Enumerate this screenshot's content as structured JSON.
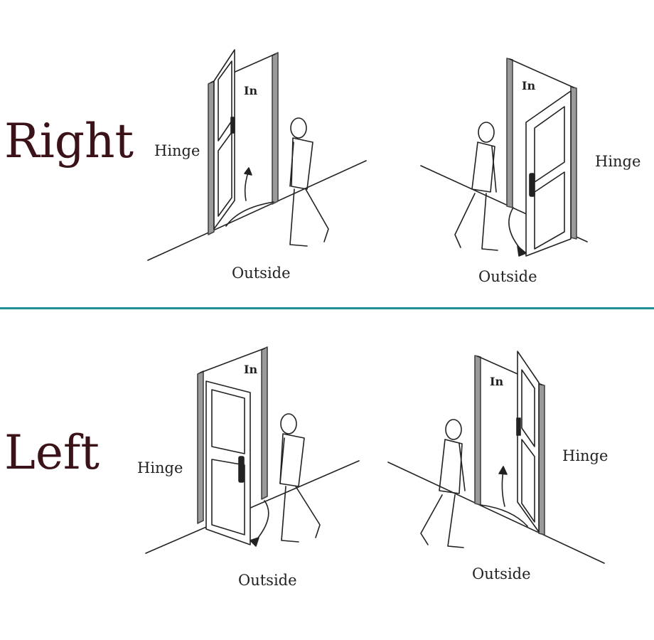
{
  "rows": [
    {
      "label": "Right"
    },
    {
      "label": "Left"
    }
  ],
  "panels": [
    {
      "in": "In",
      "hinge": "Hinge",
      "outside": "Outside"
    },
    {
      "in": "In",
      "hinge": "Hinge",
      "outside": "Outside"
    },
    {
      "in": "In",
      "hinge": "Hinge",
      "outside": "Outside"
    },
    {
      "in": "In",
      "hinge": "Hinge",
      "outside": "Outside"
    }
  ],
  "colors": {
    "row_label": "#3a1218",
    "divider": "#1f8f99"
  }
}
